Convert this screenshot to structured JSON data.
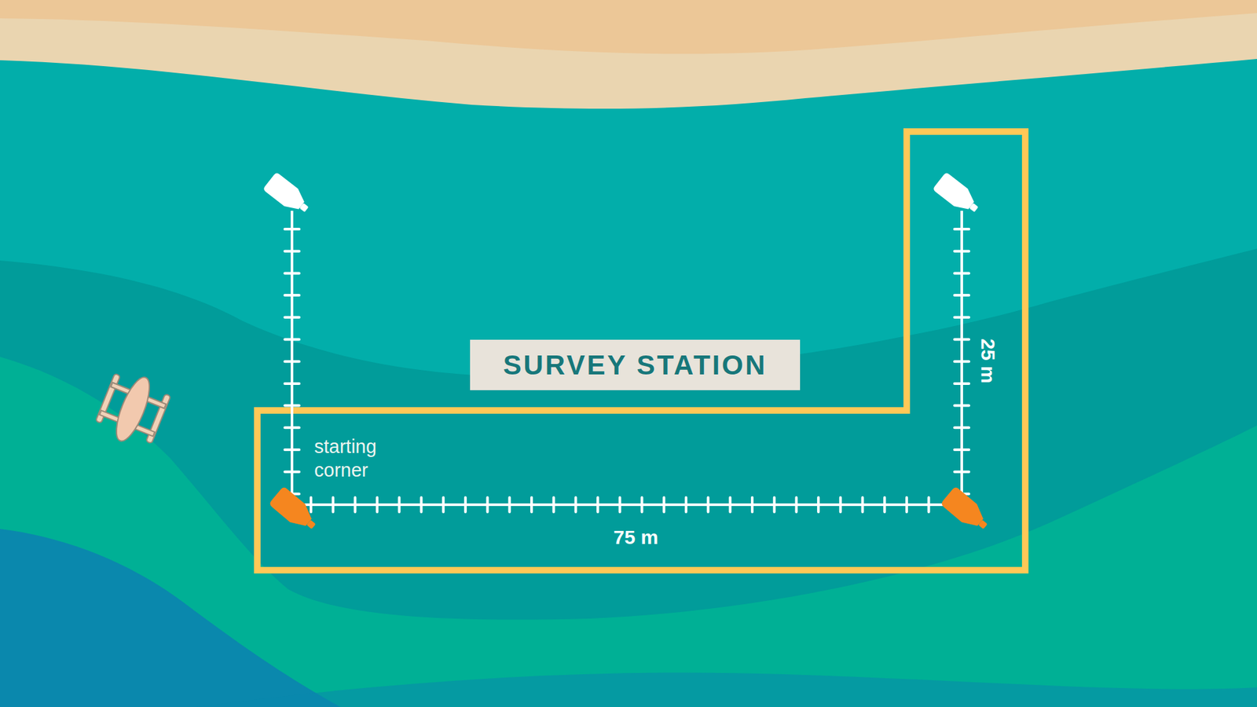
{
  "diagram": {
    "nodes": [
      {
        "text": [
          "SURVEY STATION"
        ]
      }
    ],
    "labels": [
      "starting corner",
      "75 m",
      "25 m"
    ]
  }
}
